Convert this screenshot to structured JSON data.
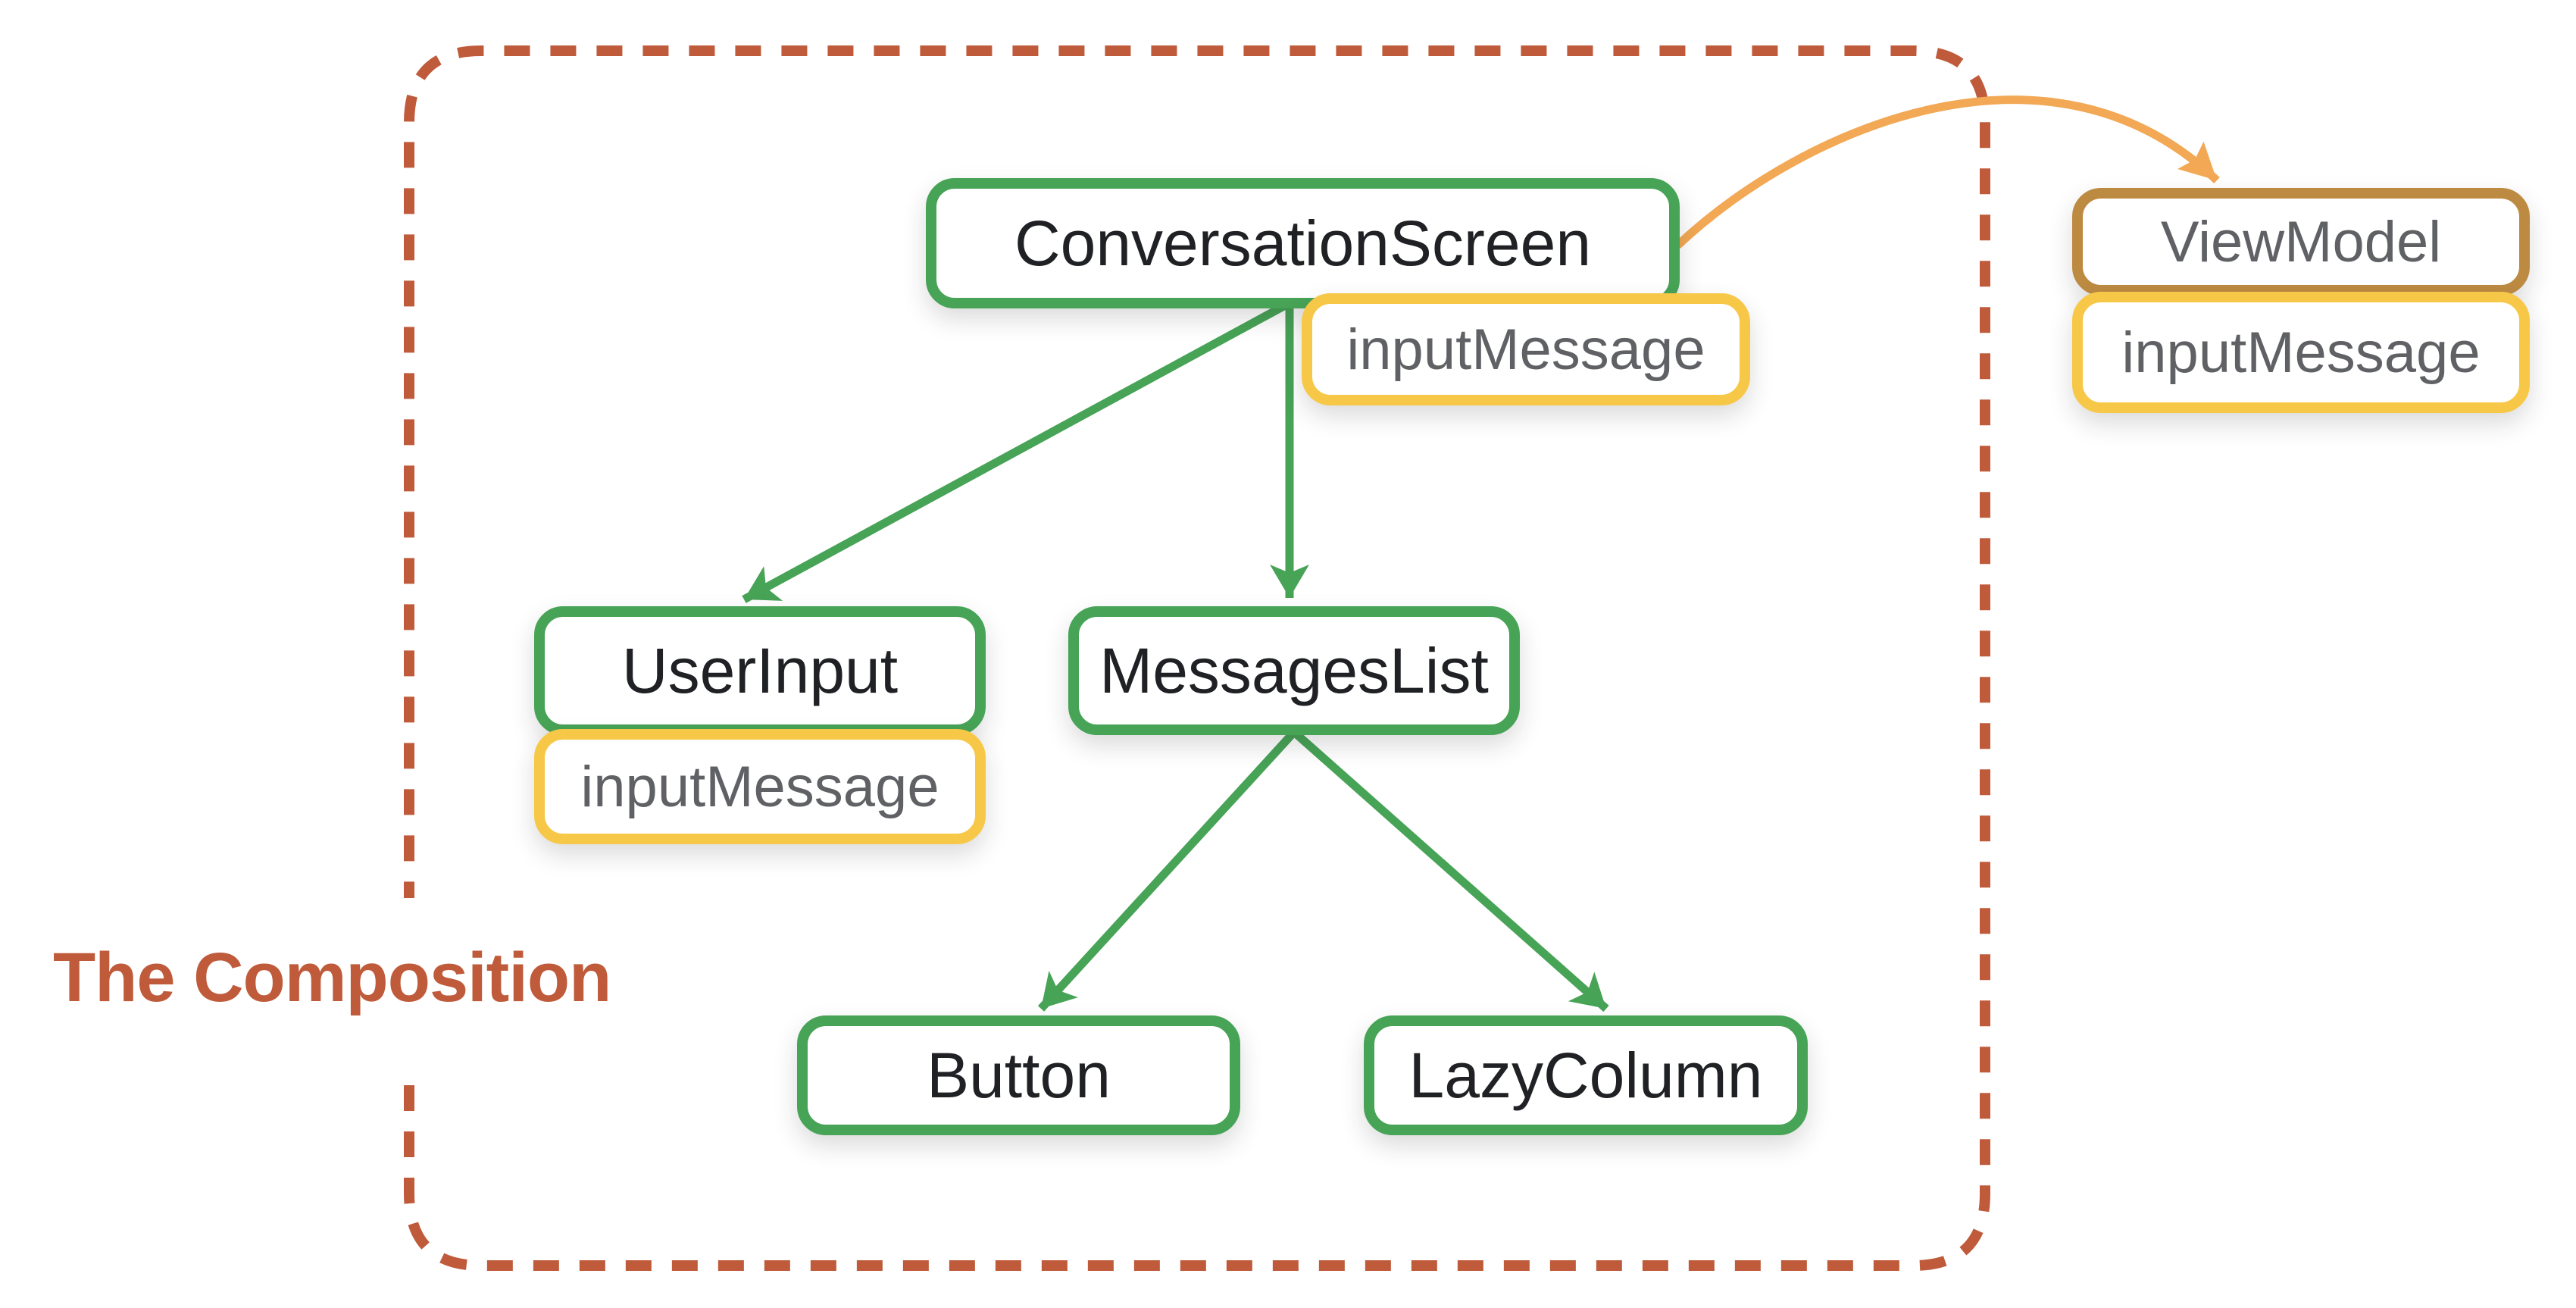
{
  "title": "The Composition",
  "boxes": {
    "conversation_screen": "ConversationScreen",
    "conversation_screen_state": "inputMessage",
    "user_input": "UserInput",
    "user_input_state": "inputMessage",
    "messages_list": "MessagesList",
    "button": "Button",
    "lazy_column": "LazyColumn",
    "view_model": "ViewModel",
    "view_model_state": "inputMessage"
  },
  "edges": [
    {
      "from": "ConversationScreen",
      "to": "UserInput",
      "style": "green-arrow"
    },
    {
      "from": "ConversationScreen",
      "to": "MessagesList",
      "style": "green-arrow"
    },
    {
      "from": "MessagesList",
      "to": "Button",
      "style": "green-arrow"
    },
    {
      "from": "MessagesList",
      "to": "LazyColumn",
      "style": "green-arrow"
    },
    {
      "from": "ConversationScreen",
      "to": "ViewModel",
      "style": "orange-curved-arrow"
    }
  ],
  "colors": {
    "composable_green": "#47a356",
    "state_yellow": "#f7c847",
    "viewmodel_brown": "#bd8a42",
    "arrow_orange": "#f2a854",
    "boundary_red": "#bf5b3b",
    "title_text": "#bf5b3b",
    "node_text_dark": "#202124",
    "node_text_gray": "#5f6165"
  }
}
